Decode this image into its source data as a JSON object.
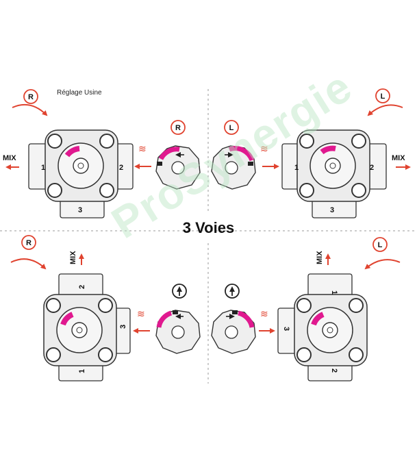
{
  "factory_setting": "Réglage Usine",
  "title": "3 Voies",
  "watermark": "ProSynergie",
  "mix_label": "MIX",
  "heat_symbol": "≋",
  "rotation_labels": {
    "right": "R",
    "left": "L"
  },
  "port_labels": {
    "p1": "1",
    "p2": "2",
    "p3": "3"
  },
  "colors": {
    "accent_red": "#e0432f",
    "magenta": "#e0198f",
    "outline": "#333333",
    "body_fill": "#ececec",
    "light_fill": "#f6f6f6"
  },
  "icons": [
    "curved-arrow-right-icon",
    "curved-arrow-left-icon",
    "arrow-left-icon",
    "arrow-right-icon",
    "arrow-up-icon",
    "heat-waves-icon",
    "valve-icon",
    "knob-dial-icon"
  ]
}
